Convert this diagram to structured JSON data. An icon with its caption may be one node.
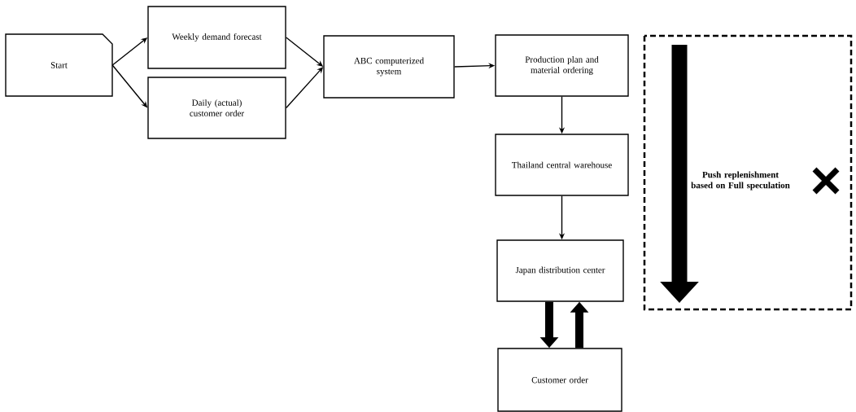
{
  "diagram": {
    "nodes": [
      {
        "text": [
          "Start"
        ]
      },
      {
        "text": [
          "Weekly demand forecast"
        ]
      },
      {
        "text": [
          "Daily (actual) customer order"
        ]
      },
      {
        "text": [
          "ABC computerized system"
        ]
      },
      {
        "text": [
          "Production plan and material ordering"
        ]
      },
      {
        "text": [
          "Thailand central warehouse"
        ]
      },
      {
        "text": [
          "Japan distribution center"
        ]
      },
      {
        "text": [
          "Customer order"
        ]
      },
      {
        "text": [
          "Push replenishment based on Full speculation"
        ]
      }
    ],
    "edges": [
      {
        "from": 0,
        "to": 1,
        "arrow": "to"
      },
      {
        "from": 0,
        "to": 2,
        "arrow": "to"
      },
      {
        "from": 1,
        "to": 3,
        "arrow": "to"
      },
      {
        "from": 2,
        "to": 3,
        "arrow": "to"
      },
      {
        "from": 3,
        "to": 4,
        "arrow": "to"
      },
      {
        "from": 4,
        "to": 5,
        "arrow": "to"
      },
      {
        "from": 5,
        "to": 6,
        "arrow": "to"
      },
      {
        "from": 6,
        "to": 7,
        "arrow": "to",
        "style": "thick"
      },
      {
        "from": 7,
        "to": 6,
        "arrow": "to",
        "style": "thick"
      }
    ]
  }
}
